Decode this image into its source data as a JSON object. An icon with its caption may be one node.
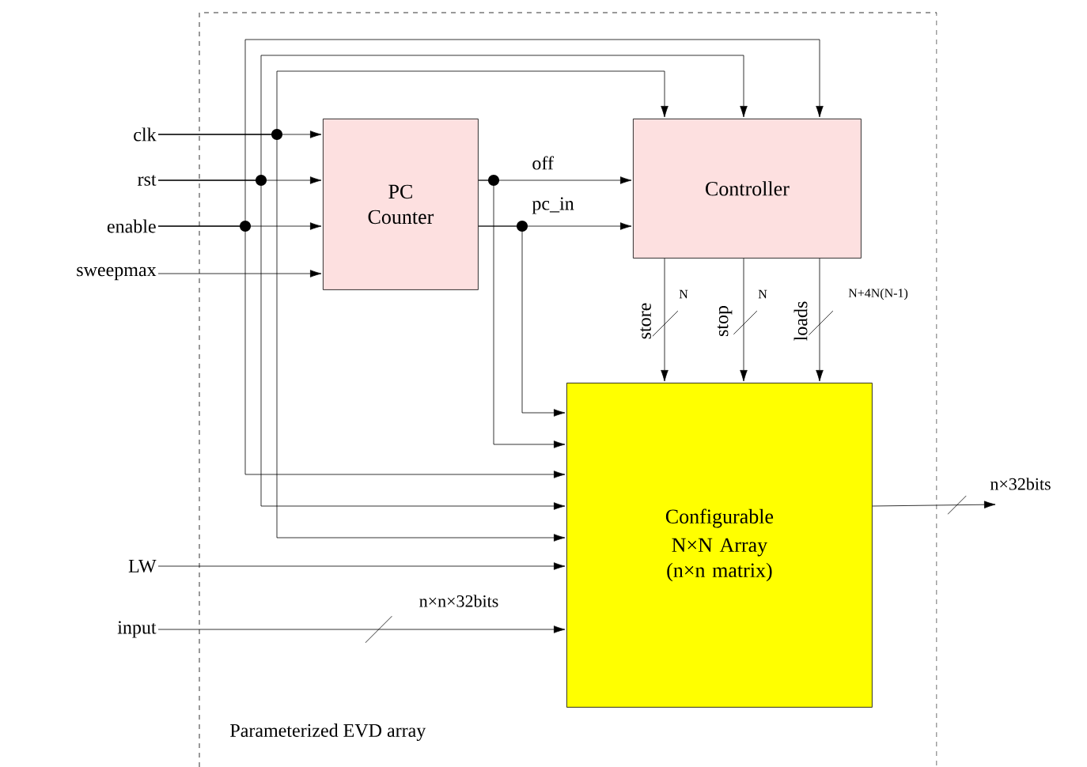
{
  "diagram": {
    "nodes": [
      {
        "text": [
          "Parameterized EVD array"
        ]
      },
      {
        "text": [
          "PC Counter"
        ],
        "in": 0
      },
      {
        "text": [
          "Controller"
        ],
        "in": 0
      },
      {
        "text": [
          "Configurable",
          "N×N Array (n×n matrix)"
        ],
        "in": 0
      },
      {
        "text": [
          "clk"
        ]
      },
      {
        "text": [
          "rst"
        ]
      },
      {
        "text": [
          "enable"
        ]
      },
      {
        "text": [
          "sweepmax"
        ]
      },
      {
        "text": [
          "LW"
        ]
      },
      {
        "text": [
          "input"
        ]
      },
      {
        "text": [
          "n×32bits"
        ]
      }
    ],
    "edges": [
      {
        "from": 4,
        "to": 1,
        "arrow": "to"
      },
      {
        "from": 5,
        "to": 1,
        "arrow": "to"
      },
      {
        "from": 6,
        "to": 1,
        "arrow": "to"
      },
      {
        "from": 7,
        "to": 1,
        "arrow": "to"
      },
      {
        "from": 4,
        "to": 2,
        "arrow": "to"
      },
      {
        "from": 5,
        "to": 2,
        "arrow": "to"
      },
      {
        "from": 6,
        "to": 2,
        "arrow": "to"
      },
      {
        "from": 4,
        "to": 3,
        "arrow": "to"
      },
      {
        "from": 5,
        "to": 3,
        "arrow": "to"
      },
      {
        "from": 6,
        "to": 3,
        "arrow": "to"
      },
      {
        "from": 1,
        "to": 2,
        "arrow": "to",
        "label": "off"
      },
      {
        "from": 1,
        "to": 2,
        "arrow": "to",
        "label": "pc_in"
      },
      {
        "from": 1,
        "to": 3,
        "arrow": "to"
      },
      {
        "from": 1,
        "to": 3,
        "arrow": "to"
      },
      {
        "from": 2,
        "to": 3,
        "arrow": "to",
        "label": "store"
      },
      {
        "from": 2,
        "to": 3,
        "arrow": "to",
        "label": "stop"
      },
      {
        "from": 2,
        "to": 3,
        "arrow": "to",
        "label": "loads"
      },
      {
        "from": 8,
        "to": 3,
        "arrow": "to"
      },
      {
        "from": 9,
        "to": 3,
        "arrow": "to"
      },
      {
        "from": 3,
        "to": 10,
        "arrow": "to"
      }
    ],
    "labels": [
      "N",
      "N",
      "N+4N(N-1)",
      "n×n×32bits"
    ]
  }
}
